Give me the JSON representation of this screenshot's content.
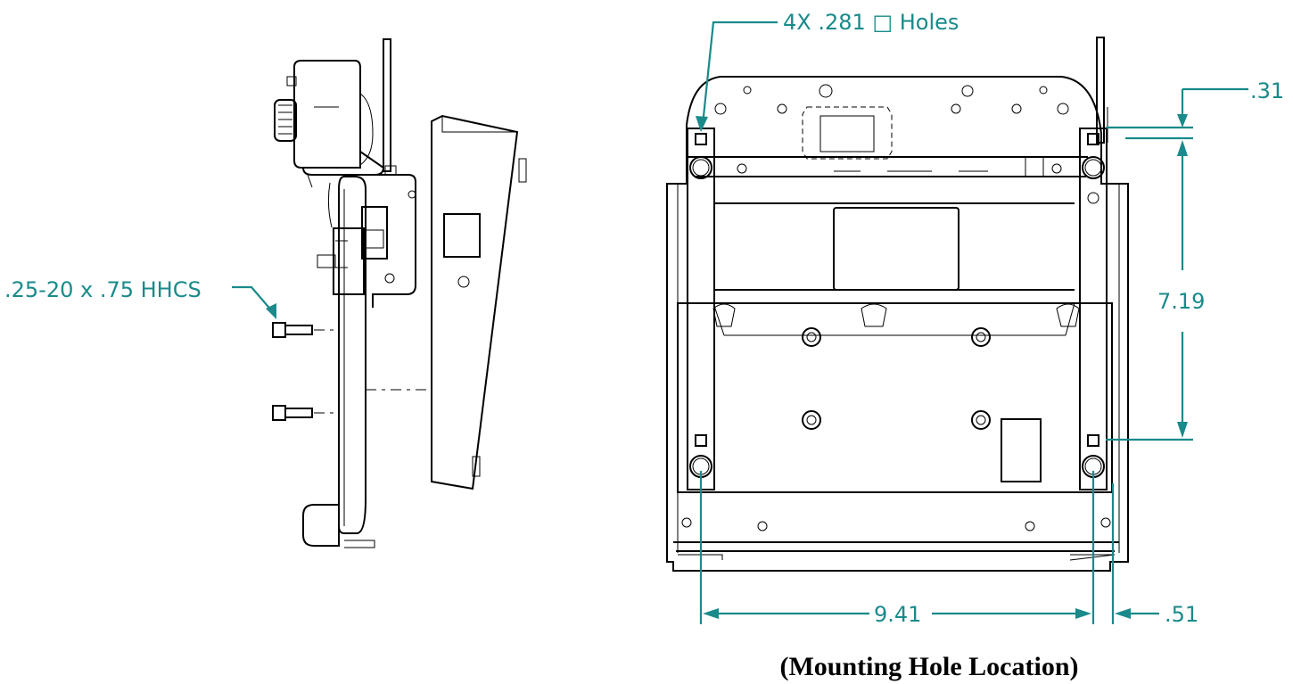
{
  "annotations": {
    "holes_callout": "4X .281 □ Holes",
    "bolt_callout": ".25-20 x .75 HHCS",
    "dim_top_offset": ".31",
    "dim_vertical": "7.19",
    "dim_horizontal": "9.41",
    "dim_side_offset": ".51"
  },
  "caption": "(Mounting Hole Location)",
  "colors": {
    "dimension": "#1a8a8a",
    "outline": "#000000"
  }
}
